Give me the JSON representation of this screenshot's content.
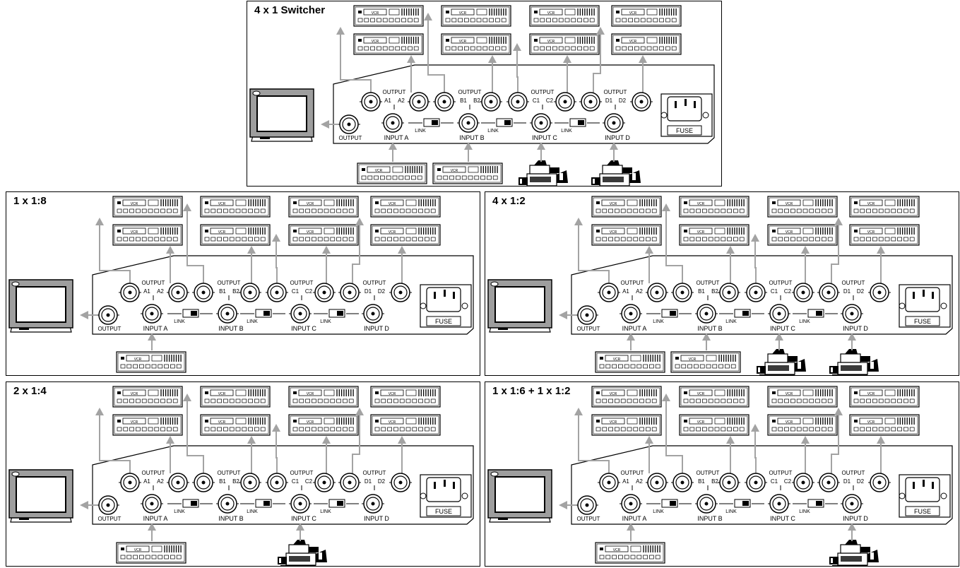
{
  "panels": [
    {
      "title": "4 x 1 Switcher",
      "cameras": [
        "C",
        "D"
      ]
    },
    {
      "title": "1 x 1:8",
      "cameras": []
    },
    {
      "title": "4 x 1:2",
      "cameras": [
        "C",
        "D"
      ]
    },
    {
      "title": "2 x 1:4",
      "cameras": [
        "C"
      ]
    },
    {
      "title": "1 x 1:6 + 1 x 1:2",
      "cameras": [
        "D"
      ]
    }
  ],
  "labels": {
    "output_group": "OUTPUT",
    "monitor_output": "OUTPUT",
    "link": "LINK",
    "fuse": "FUSE",
    "vcr": "VCR"
  },
  "channels": [
    {
      "input": "INPUT A",
      "out1": "A1",
      "out2": "A2"
    },
    {
      "input": "INPUT B",
      "out1": "B1",
      "out2": "B2"
    },
    {
      "input": "INPUT C",
      "out1": "C1",
      "out2": "C2"
    },
    {
      "input": "INPUT D",
      "out1": "D1",
      "out2": "D2"
    }
  ]
}
